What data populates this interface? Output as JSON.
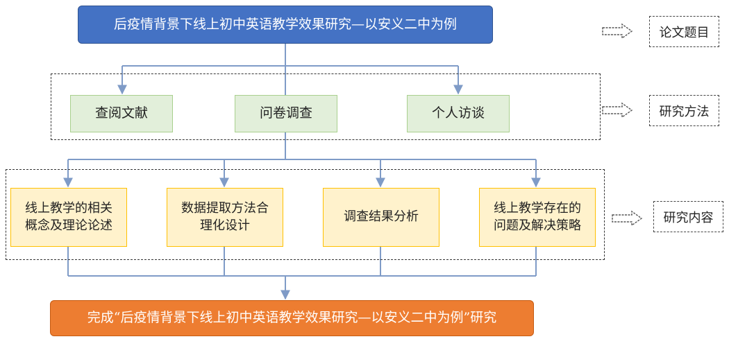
{
  "chart_data": {
    "type": "flowchart",
    "nodes": {
      "title": "后疫情背景下线上初中英语教学效果研究—以安义二中为例",
      "methods": [
        "查阅文献",
        "问卷调查",
        "个人访谈"
      ],
      "contents": [
        "线上教学的相关\n概念及理论论述",
        "数据提取方法合\n理化设计",
        "调查结果分析",
        "线上教学存在的\n问题及解决策略"
      ],
      "final": "完成“后疫情背景下线上初中英语教学效果研究—以安义二中为例”研究"
    },
    "side_labels": [
      "论文题目",
      "研究方法",
      "研究内容"
    ],
    "edges": [
      [
        "title",
        "methods"
      ],
      [
        "title",
        "contents"
      ],
      [
        "contents",
        "final"
      ]
    ]
  },
  "colors": {
    "title_fill": "#4472c4",
    "method_fill": "#e2efda",
    "content_fill": "#fff2cc",
    "final_fill": "#ed7d31",
    "connector": "#7f9bc7"
  }
}
